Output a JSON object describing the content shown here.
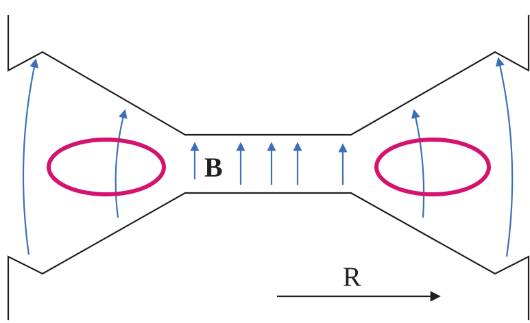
{
  "labels": {
    "field": "B",
    "radius": "R"
  },
  "colors": {
    "outline": "#231f20",
    "field_lines": "#3a70b8",
    "current_loops": "#d4126f",
    "background": "#ffffff"
  },
  "elements": {
    "field_line_count": 9,
    "current_loop_count": 2
  }
}
